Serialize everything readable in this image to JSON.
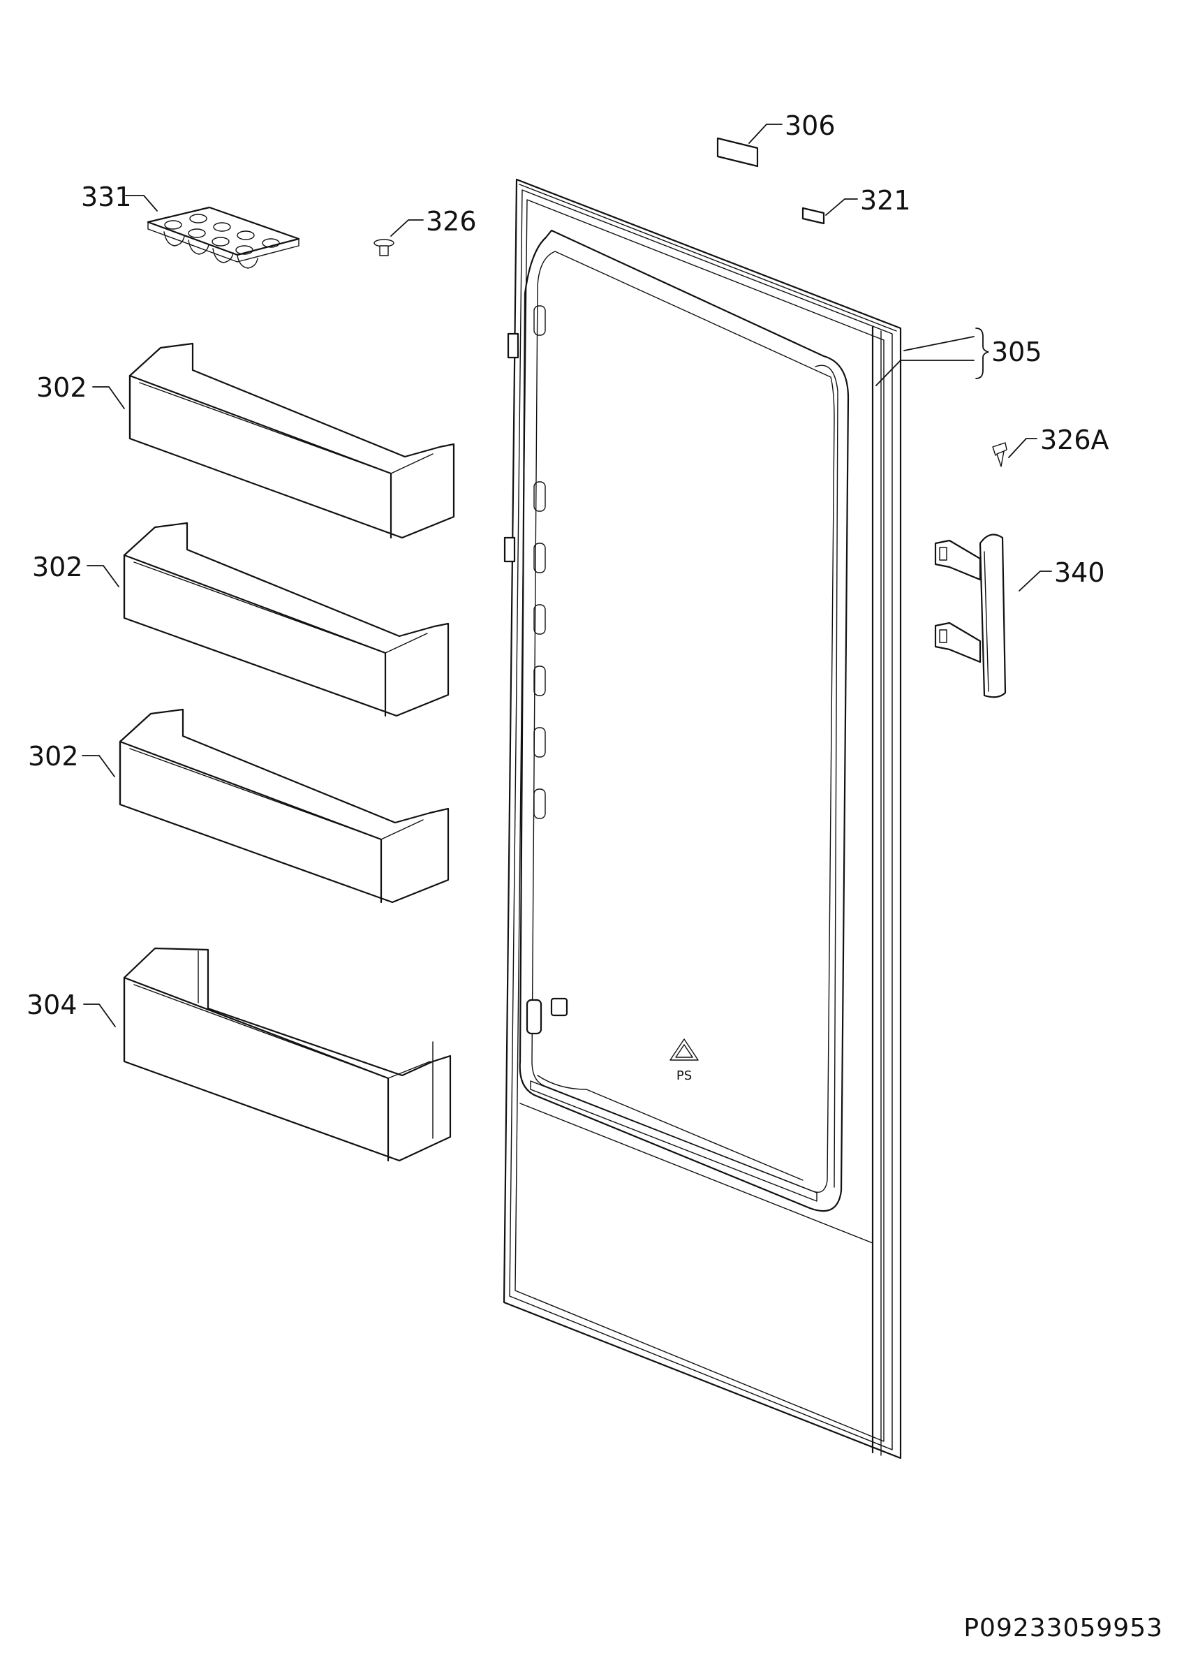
{
  "labels": {
    "p306": "306",
    "p321": "321",
    "p331": "331",
    "p326": "326",
    "p305": "305",
    "p302a": "302",
    "p302b": "302",
    "p302c": "302",
    "p326a": "326A",
    "p340": "340",
    "p304": "304"
  },
  "document_id": "P09233059953",
  "recycle_mark": "PS"
}
